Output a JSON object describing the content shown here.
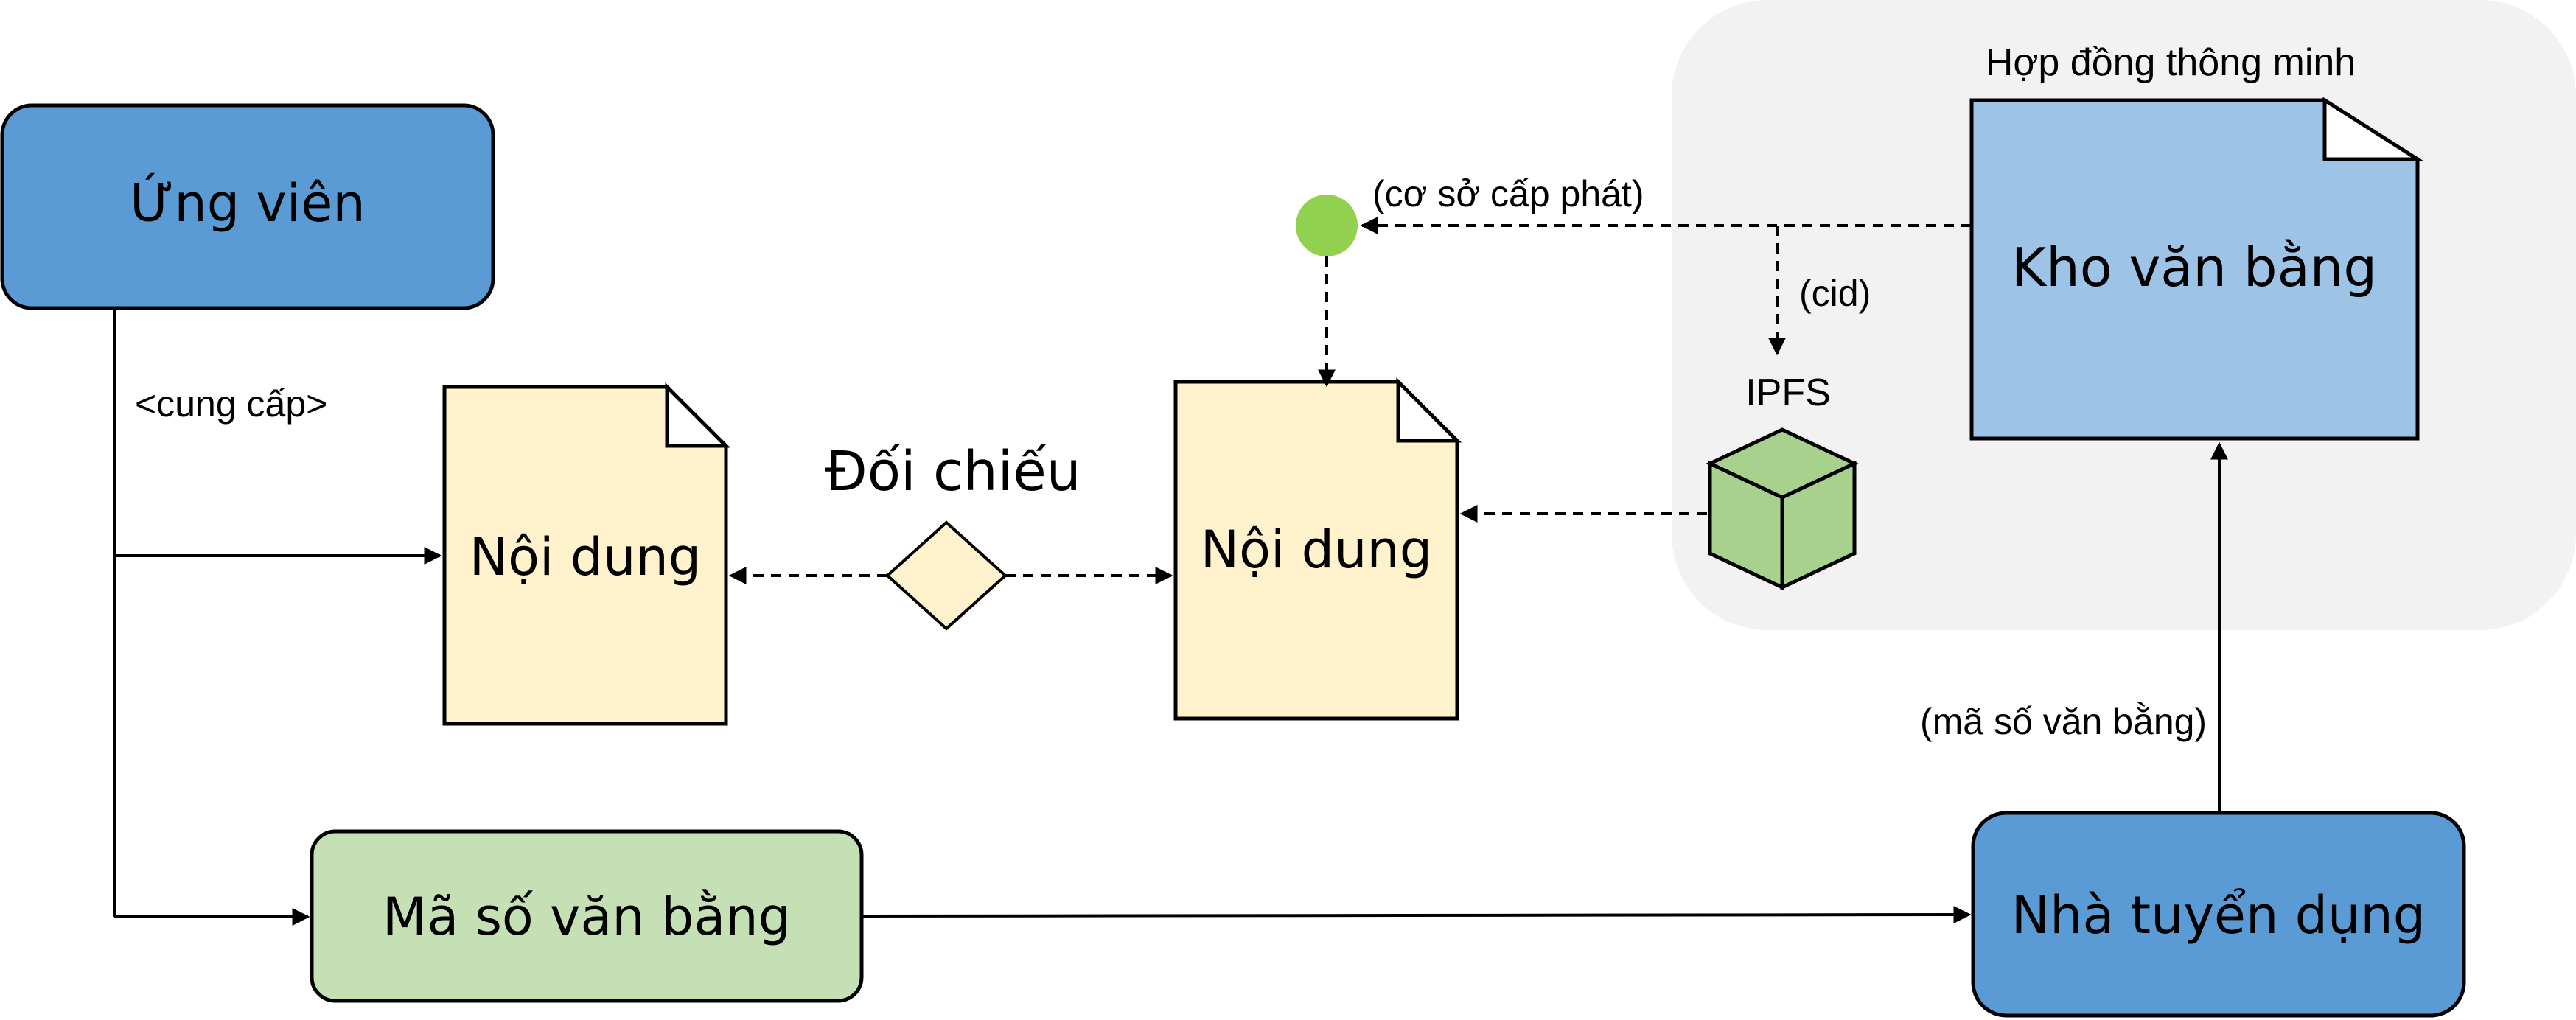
{
  "diagram": {
    "nodes": {
      "candidate": {
        "label": "Ứng viên",
        "color": "#5B9BD5"
      },
      "content_left": {
        "label": "Nội dung",
        "color": "#FFF2CC"
      },
      "content_right": {
        "label": "Nội dung",
        "color": "#FFF2CC"
      },
      "degree_code": {
        "label": "Mã số văn bằng",
        "color": "#C5E0B4"
      },
      "employer": {
        "label": "Nhà tuyển dụng",
        "color": "#5B9BD5"
      },
      "degree_store": {
        "label": "Kho văn bằng",
        "color": "#9DC3E6"
      },
      "ipfs": {
        "label": "IPFS",
        "color": "#A9D18E"
      },
      "compare": {
        "label": "Đối chiếu",
        "color": "#FFF2CC"
      },
      "issuer_point": {
        "color": "#92D050"
      }
    },
    "region": {
      "label": "Hợp đồng thông minh",
      "color": "#F2F2F2"
    },
    "edge_labels": {
      "provide": "<cung cấp>",
      "issuing_institution": "(cơ sở cấp phát)",
      "cid": "(cid)",
      "degree_code": "(mã số văn bằng)"
    }
  }
}
